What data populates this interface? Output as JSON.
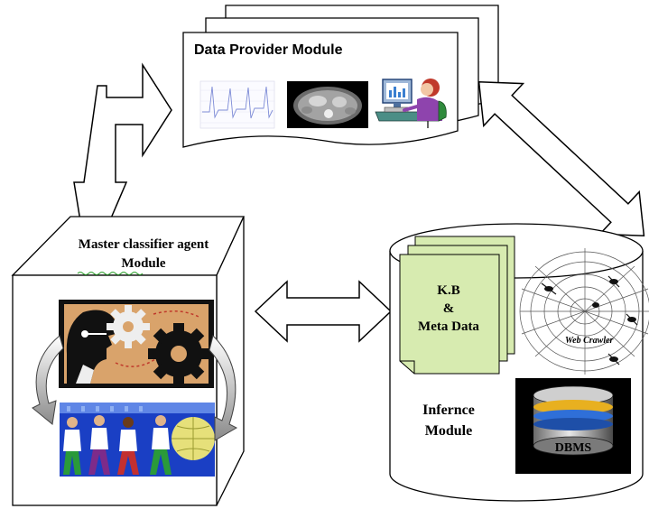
{
  "data_provider": {
    "title": "Data Provider Module"
  },
  "master": {
    "title_line1": "Master classifier agent",
    "title_line2": "Module"
  },
  "inference": {
    "kb_line1": "K.B",
    "kb_line2": "&",
    "kb_line3": "Meta Data",
    "web_crawler": "Web Crawler",
    "title_line1": "Infernce",
    "title_line2": "Module",
    "dbms": "DBMS"
  },
  "colors": {
    "kb_fill": "#d7ebb0",
    "cylinder_stroke": "#000000",
    "gear_dark": "#111111",
    "gear_bg": "#d9a36b",
    "team_bg": "#1a3fc4",
    "dbms_bg": "#000000"
  },
  "icons": [
    "ecg-chart-icon",
    "ct-scan-icon",
    "computer-user-icon",
    "gear-head-icon",
    "team-people-icon",
    "spider-web-icon",
    "database-icon"
  ]
}
